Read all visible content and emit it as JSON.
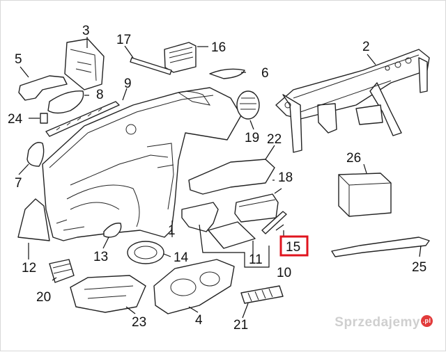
{
  "callouts": [
    "1",
    "2",
    "3",
    "4",
    "5",
    "6",
    "7",
    "8",
    "9",
    "10",
    "11",
    "12",
    "13",
    "14",
    "15",
    "16",
    "17",
    "18",
    "19",
    "20",
    "21",
    "22",
    "23",
    "24",
    "25",
    "26"
  ],
  "highlighted_callout": "15",
  "colors": {
    "highlight": "#e0141e",
    "line": "#222222",
    "watermark": "#cfcfcf",
    "watermark_dot": "#e23b3b"
  },
  "watermark": {
    "text": "Sprzedajemy",
    "suffix": ".pl"
  }
}
